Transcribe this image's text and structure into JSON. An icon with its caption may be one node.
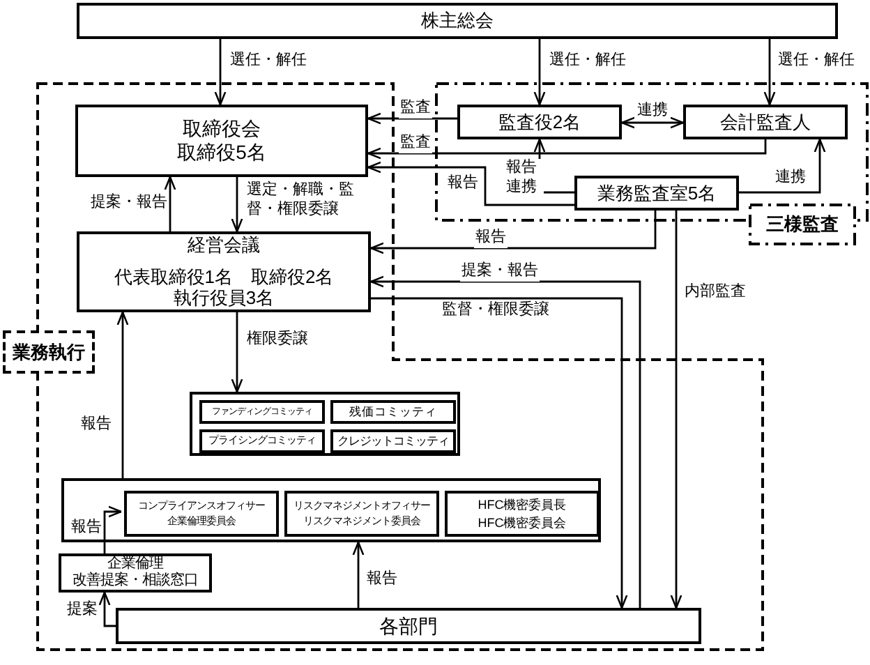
{
  "diagram": {
    "nodes": [
      {
        "text": [
          "株主総会"
        ]
      },
      {
        "text": [
          "業務執行"
        ]
      },
      {
        "text": [
          "取締役会",
          "取締役5名"
        ],
        "in": 1
      },
      {
        "text": [
          "経営会議",
          "代表取締役1名　取締役2名",
          "執行役員3名"
        ],
        "in": 1
      },
      {
        "text": [],
        "shape": "box",
        "in": 1
      },
      {
        "text": [
          "ファンディングコミッティ"
        ],
        "in": 4
      },
      {
        "text": [
          "残価コミッティ"
        ],
        "in": 4
      },
      {
        "text": [
          "プライシングコミッティ"
        ],
        "in": 4
      },
      {
        "text": [
          "クレジットコミッティ"
        ],
        "in": 4
      },
      {
        "text": [],
        "shape": "box",
        "in": 1
      },
      {
        "text": [
          "コンプライアンスオフィサー",
          "企業倫理委員会"
        ],
        "in": 9
      },
      {
        "text": [
          "リスクマネジメントオフィサー",
          "リスクマネジメント委員会"
        ],
        "in": 9
      },
      {
        "text": [
          "HFC機密委員長",
          "HFC機密委員会"
        ],
        "in": 9
      },
      {
        "text": [
          "企業倫理",
          "改善提案・相談窓口"
        ],
        "in": 1
      },
      {
        "text": [
          "各部門"
        ],
        "in": 1
      },
      {
        "text": [
          "三様監査"
        ]
      },
      {
        "text": [
          "監査役2名"
        ],
        "in": 15
      },
      {
        "text": [
          "会計監査人"
        ],
        "in": 15
      },
      {
        "text": [
          "業務監査室5名"
        ],
        "in": 15
      }
    ],
    "edges": [
      {
        "from": 0,
        "to": 2,
        "arrow": "to",
        "label": "選任・解任"
      },
      {
        "from": 0,
        "to": 16,
        "arrow": "to",
        "label": "選任・解任"
      },
      {
        "from": 0,
        "to": 17,
        "arrow": "to",
        "label": "選任・解任"
      },
      {
        "from": 16,
        "to": 2,
        "arrow": "to",
        "label": "監査"
      },
      {
        "from": 16,
        "to": 17,
        "arrow": "both",
        "label": "連携"
      },
      {
        "from": 17,
        "to": 2,
        "arrow": "to",
        "label": "監査"
      },
      {
        "from": 18,
        "to": 2,
        "arrow": "to",
        "label": "報告"
      },
      {
        "from": 18,
        "to": 16,
        "arrow": "to",
        "label": "報告連携"
      },
      {
        "from": 18,
        "to": 17,
        "arrow": "to",
        "label": "連携"
      },
      {
        "from": 2,
        "to": 3,
        "arrow": "to",
        "label": "選定・解職・監督・権限委譲"
      },
      {
        "from": 3,
        "to": 2,
        "arrow": "to",
        "label": "提案・報告"
      },
      {
        "from": 18,
        "to": 3,
        "arrow": "to",
        "label": "報告"
      },
      {
        "from": 14,
        "to": 3,
        "arrow": "to",
        "label": "提案・報告"
      },
      {
        "from": 3,
        "to": 14,
        "arrow": "to",
        "label": "監督・権限委譲"
      },
      {
        "from": 18,
        "to": 14,
        "arrow": "to",
        "label": "内部監査"
      },
      {
        "from": 3,
        "to": 4,
        "arrow": "to",
        "label": "権限委譲"
      },
      {
        "from": 9,
        "to": 3,
        "arrow": "to",
        "label": "報告"
      },
      {
        "from": 13,
        "to": 10,
        "arrow": "to",
        "label": "報告"
      },
      {
        "from": 14,
        "to": 13,
        "arrow": "to",
        "label": "提案"
      },
      {
        "from": 14,
        "to": 9,
        "arrow": "to",
        "label": "報告"
      }
    ]
  }
}
